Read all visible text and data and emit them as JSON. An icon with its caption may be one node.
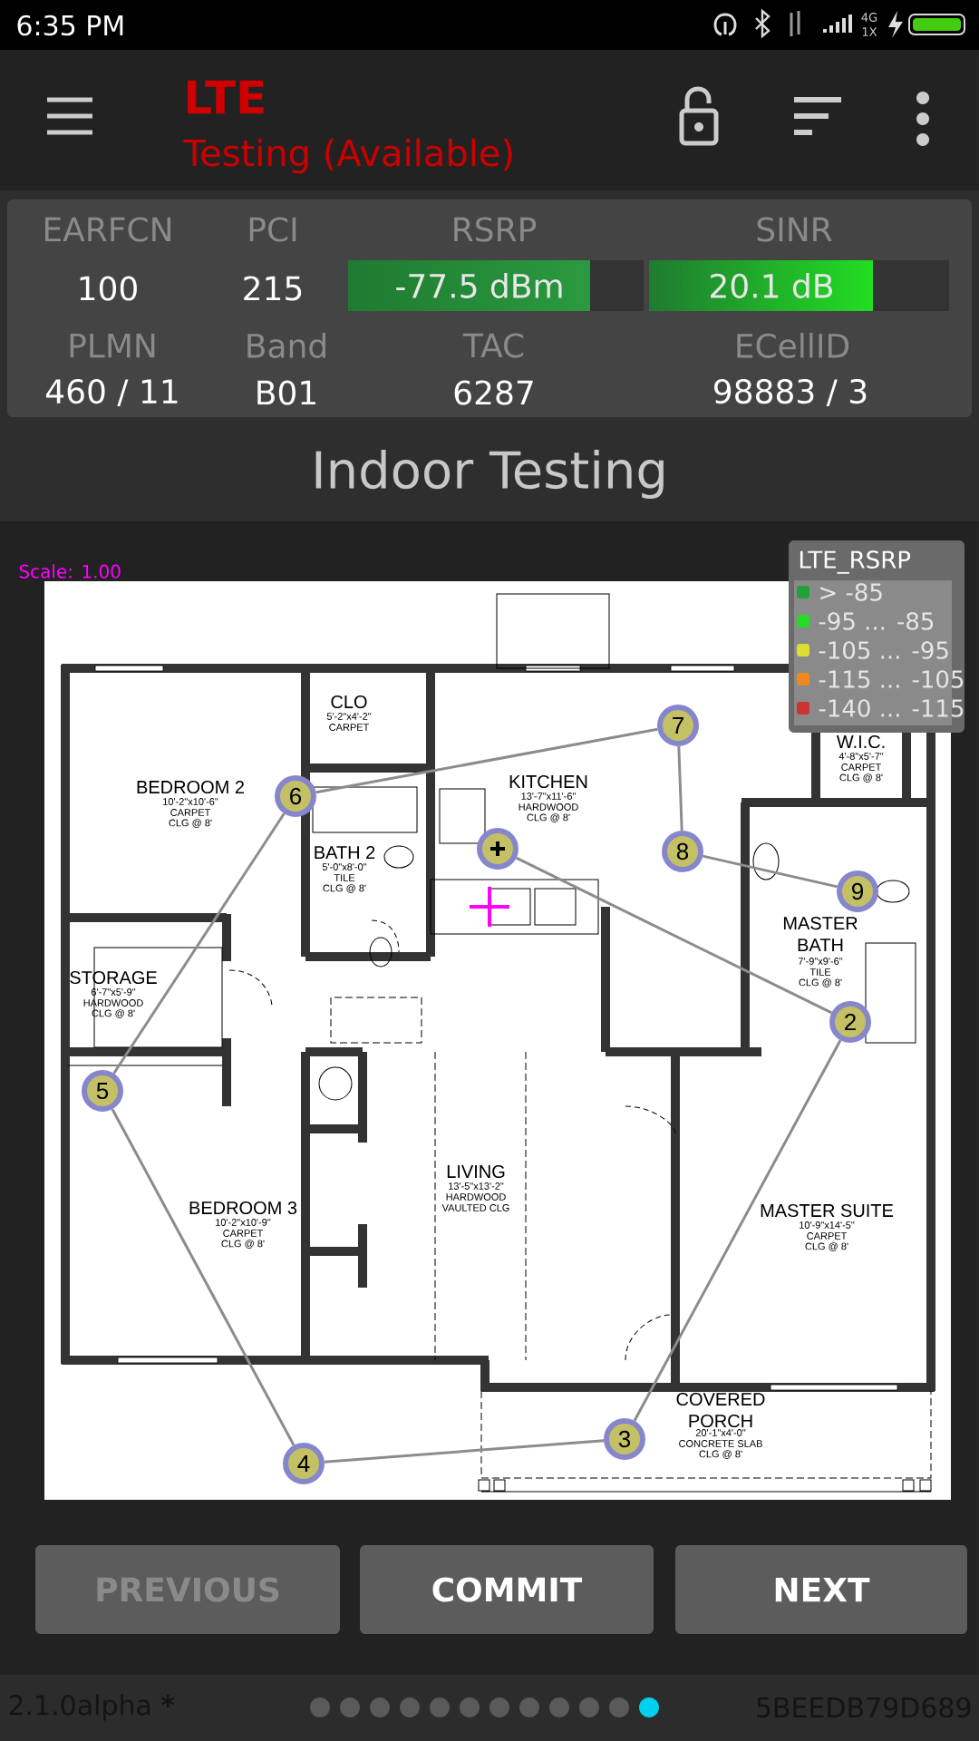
{
  "diagram": {
    "nodes": [
      {
        "text": [
          "-77.5 dBm"
        ]
      },
      {
        "text": [
          "20.1 dB"
        ]
      },
      {
        "text": [],
        "shape": "circle"
      },
      {
        "text": [
          "2"
        ]
      },
      {
        "text": [
          "3"
        ]
      },
      {
        "text": [
          "4"
        ]
      },
      {
        "text": [
          "5"
        ]
      },
      {
        "text": [
          "6"
        ]
      },
      {
        "text": [
          "7"
        ]
      },
      {
        "text": [
          "8"
        ]
      },
      {
        "text": [
          "9"
        ]
      },
      {
        "text": [
          "PREVIOUS"
        ]
      },
      {
        "text": [
          "COMMIT"
        ]
      },
      {
        "text": [
          "NEXT"
        ]
      }
    ],
    "edges": [
      {
        "from": 2,
        "to": 3,
        "arrow": "none"
      },
      {
        "from": 3,
        "to": 4,
        "arrow": "none"
      },
      {
        "from": 4,
        "to": 5,
        "arrow": "none"
      },
      {
        "from": 5,
        "to": 6,
        "arrow": "none"
      },
      {
        "from": 6,
        "to": 7,
        "arrow": "none"
      },
      {
        "from": 7,
        "to": 8,
        "arrow": "none"
      },
      {
        "from": 8,
        "to": 9,
        "arrow": "none"
      },
      {
        "from": 9,
        "to": 10,
        "arrow": "none"
      }
    ],
    "labels": [
      "6:35 PM",
      "4G",
      "1X",
      "LTE",
      "Testing (Available)",
      "EARFCN",
      "PCI",
      "RSRP",
      "SINR",
      "100",
      "215",
      "PLMN",
      "Band",
      "TAC",
      "ECellID",
      "460 / 11",
      "B01",
      "6287",
      "98883 / 3",
      "Indoor Testing",
      "Scale: 1.00",
      "LTE_RSRP",
      "CLO",
      "5'-2\"x4'-2\"",
      "CARPET",
      "BEDROOM 2",
      "10'-2\"x10'-6\"",
      "CARPET",
      "CLG @ 8'",
      "KITCHEN",
      "13'-7\"x11'-6\"",
      "HARDWOOD",
      "CLG @ 8'",
      "W.I.C.",
      "4'-8\"x5'-7\"",
      "CARPET",
      "CLG @ 8'",
      "BATH 2",
      "5'-0\"x8'-0\"",
      "TILE",
      "CLG @ 8'",
      "MASTER BATH",
      "7'-9\"x9'-6\"",
      "TILE",
      "CLG @ 8'",
      "STORAGE",
      "6'-7\"x5'-9\"",
      "HARDWOOD",
      "CLG @ 8'",
      "LIVING",
      "13'-5\"x13'-2\"",
      "HARDWOOD",
      "VAULTED CLG",
      "BEDROOM 3",
      "10'-2\"x10'-9\"",
      "CARPET",
      "CLG @ 8'",
      "MASTER SUITE",
      "10'-9\"x14'-5\"",
      "CARPET",
      "CLG @ 8'",
      "COVERED PORCH",
      "20'-1\"x4'-0\"",
      "CONCRETE SLAB",
      "CLG @ 8'",
      "2.1.0alpha *****",
      "5BEEDB79D689"
    ],
    "legend": [
      {
        "text": "> -85",
        "color": "#22a03a"
      },
      {
        "text": "-95 ... -85",
        "color": "#22dd22"
      },
      {
        "text": "-105 ... -95",
        "color": "#dddd33"
      },
      {
        "text": "-115 ... -105",
        "color": "#ee8822"
      },
      {
        "text": "-140 ... -115",
        "color": "#cc3333"
      }
    ]
  }
}
